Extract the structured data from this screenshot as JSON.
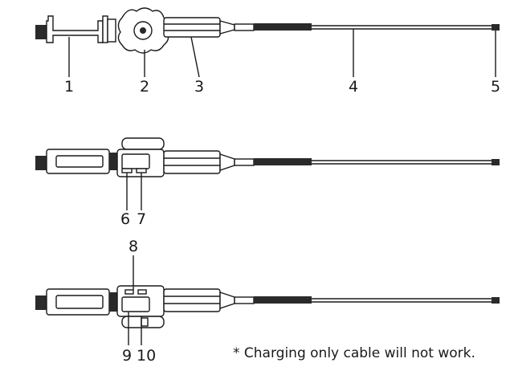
{
  "callouts": {
    "c1": "1",
    "c2": "2",
    "c3": "3",
    "c4": "4",
    "c5": "5",
    "c6": "6",
    "c7": "7",
    "c8": "8",
    "c9": "9",
    "c10": "10"
  },
  "note": "* Charging only cable will not work.",
  "colors": {
    "line": "#1a1a1a",
    "fill": "#ffffff",
    "dark": "#2a2a2a"
  }
}
